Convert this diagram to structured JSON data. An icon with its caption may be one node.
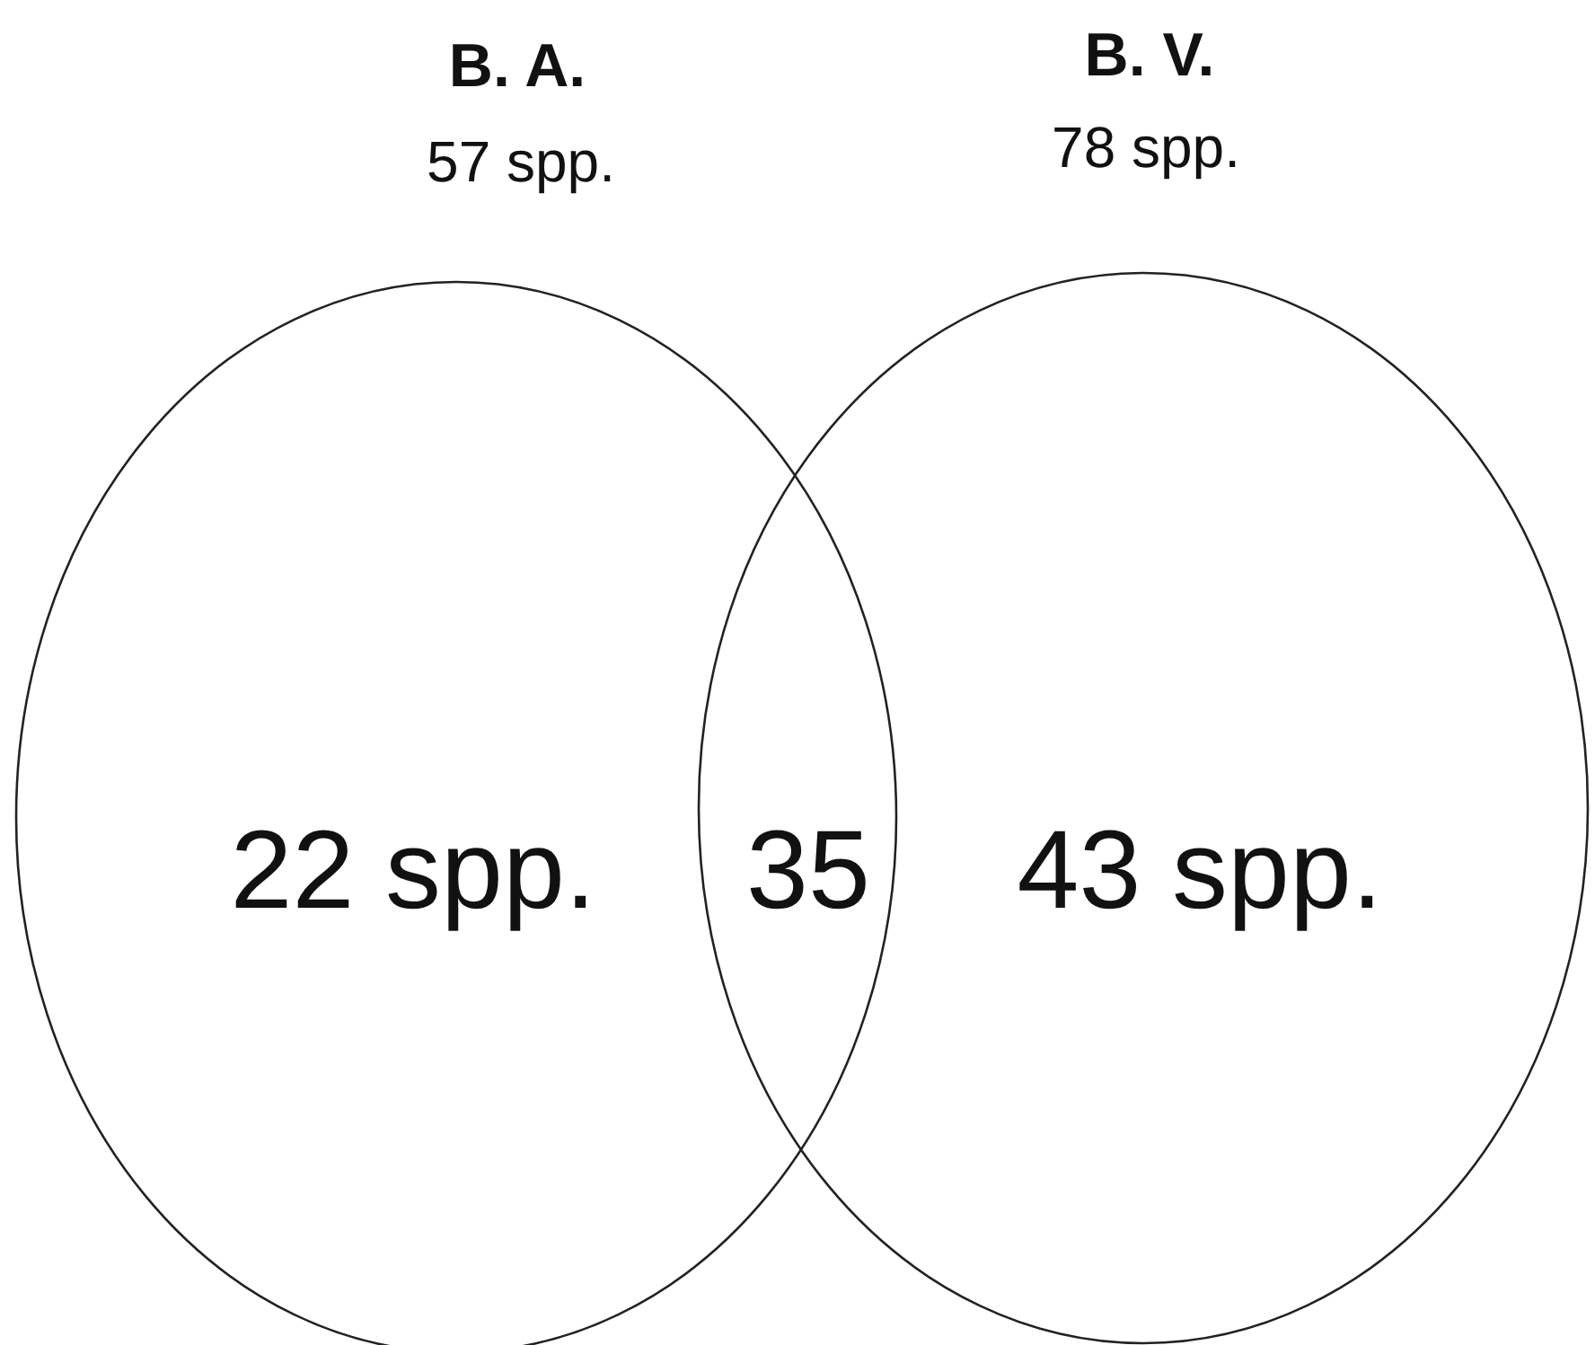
{
  "diagram": {
    "nodes": [
      {
        "text": [
          "B. A.",
          "57 spp.",
          "22 spp."
        ]
      },
      {
        "text": [
          "B. V.",
          "78 spp.",
          "43 spp."
        ]
      }
    ],
    "labels": [
      "35"
    ]
  }
}
